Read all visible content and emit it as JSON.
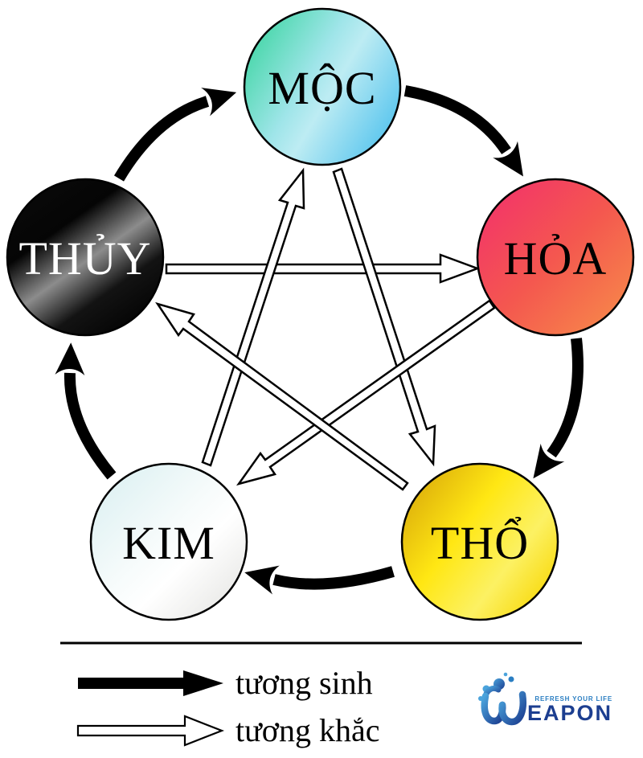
{
  "nodes": [
    {
      "id": "moc",
      "label": "MỘC",
      "text_color": "#000000",
      "gradient": [
        "#36d49c",
        "#9fe5e9",
        "#5bc6ee"
      ]
    },
    {
      "id": "hoa",
      "label": "HỎA",
      "text_color": "#000000",
      "gradient": [
        "#f22e6e",
        "#f4574f",
        "#f79049"
      ]
    },
    {
      "id": "tho",
      "label": "THỔ",
      "text_color": "#000000",
      "gradient": [
        "#d29d09",
        "#ffe713",
        "#fcf163"
      ]
    },
    {
      "id": "kim",
      "label": "KIM",
      "text_color": "#000000",
      "gradient": [
        "#d7eef0",
        "#ffffff",
        "#e9e9e7"
      ]
    },
    {
      "id": "thuy",
      "label": "THỦY",
      "text_color": "#ffffff",
      "gradient": [
        "#0a0a0a",
        "#8c8c8c",
        "#000000"
      ]
    }
  ],
  "relations": {
    "tuong_sinh": [
      [
        "thuy",
        "moc"
      ],
      [
        "moc",
        "hoa"
      ],
      [
        "hoa",
        "tho"
      ],
      [
        "tho",
        "kim"
      ],
      [
        "kim",
        "thuy"
      ]
    ],
    "tuong_khac": [
      [
        "thuy",
        "hoa"
      ],
      [
        "hoa",
        "kim"
      ],
      [
        "kim",
        "moc"
      ],
      [
        "moc",
        "tho"
      ],
      [
        "tho",
        "thuy"
      ]
    ]
  },
  "legend": {
    "items": [
      {
        "arrow_style": "solid-black",
        "label": "tương sinh"
      },
      {
        "arrow_style": "outline-white",
        "label": "tương khắc"
      }
    ]
  },
  "logo": {
    "brand": "WEAPON",
    "wordmark": "EAPON",
    "tagline": "REFRESH YOUR LIFE",
    "color_dark": "#1c3e90",
    "color_light": "#4aa3dc"
  }
}
